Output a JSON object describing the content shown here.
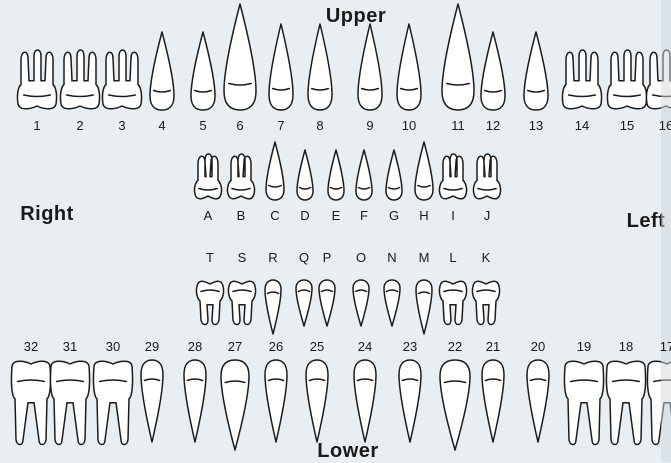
{
  "labels": {
    "upper": "Upper",
    "lower": "Lower",
    "right": "Right",
    "left": "Left"
  },
  "rows": {
    "upper_permanent": [
      {
        "n": "1",
        "k": "m"
      },
      {
        "n": "2",
        "k": "m"
      },
      {
        "n": "3",
        "k": "m"
      },
      {
        "n": "4",
        "k": "p"
      },
      {
        "n": "5",
        "k": "p"
      },
      {
        "n": "6",
        "k": "c"
      },
      {
        "n": "7",
        "k": "i"
      },
      {
        "n": "8",
        "k": "i"
      },
      {
        "n": "9",
        "k": "i"
      },
      {
        "n": "10",
        "k": "i"
      },
      {
        "n": "11",
        "k": "c"
      },
      {
        "n": "12",
        "k": "p"
      },
      {
        "n": "13",
        "k": "p"
      },
      {
        "n": "14",
        "k": "m"
      },
      {
        "n": "15",
        "k": "m"
      },
      {
        "n": "16",
        "k": "m"
      }
    ],
    "upper_primary": [
      {
        "n": "A",
        "k": "m"
      },
      {
        "n": "B",
        "k": "m"
      },
      {
        "n": "C",
        "k": "c"
      },
      {
        "n": "D",
        "k": "i"
      },
      {
        "n": "E",
        "k": "i"
      },
      {
        "n": "F",
        "k": "i"
      },
      {
        "n": "G",
        "k": "i"
      },
      {
        "n": "H",
        "k": "c"
      },
      {
        "n": "I",
        "k": "m"
      },
      {
        "n": "J",
        "k": "m"
      }
    ],
    "lower_primary": [
      {
        "n": "T",
        "k": "m"
      },
      {
        "n": "S",
        "k": "m"
      },
      {
        "n": "R",
        "k": "c"
      },
      {
        "n": "Q",
        "k": "i"
      },
      {
        "n": "P",
        "k": "i"
      },
      {
        "n": "O",
        "k": "i"
      },
      {
        "n": "N",
        "k": "i"
      },
      {
        "n": "M",
        "k": "c"
      },
      {
        "n": "L",
        "k": "m"
      },
      {
        "n": "K",
        "k": "m"
      }
    ],
    "lower_permanent": [
      {
        "n": "32",
        "k": "m"
      },
      {
        "n": "31",
        "k": "m"
      },
      {
        "n": "30",
        "k": "m"
      },
      {
        "n": "29",
        "k": "p"
      },
      {
        "n": "28",
        "k": "p"
      },
      {
        "n": "27",
        "k": "c"
      },
      {
        "n": "26",
        "k": "i"
      },
      {
        "n": "25",
        "k": "i"
      },
      {
        "n": "24",
        "k": "i"
      },
      {
        "n": "23",
        "k": "i"
      },
      {
        "n": "22",
        "k": "c"
      },
      {
        "n": "21",
        "k": "p"
      },
      {
        "n": "20",
        "k": "p"
      },
      {
        "n": "19",
        "k": "m"
      },
      {
        "n": "18",
        "k": "m"
      },
      {
        "n": "17",
        "k": "m"
      }
    ]
  }
}
